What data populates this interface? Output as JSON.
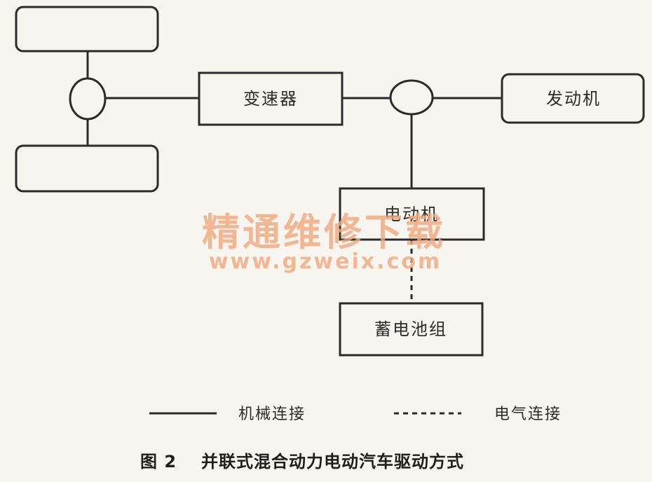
{
  "diagram": {
    "boxes": {
      "wheel_top": "",
      "wheel_bottom": "",
      "transmission": "变速器",
      "engine": "发动机",
      "motor": "电动机",
      "battery": "蓄电池组"
    },
    "legend": {
      "mechanical": "机械连接",
      "electrical": "电气连接"
    },
    "caption": {
      "figure_no": "图 2",
      "title": "并联式混合动力电动汽车驱动方式"
    },
    "watermark": {
      "text": "精通维修下载",
      "url": "www.gzweix.com"
    },
    "colors": {
      "line": "#2a2a2a",
      "watermark": "#f2a77c",
      "background": "#f7f5f0"
    }
  }
}
